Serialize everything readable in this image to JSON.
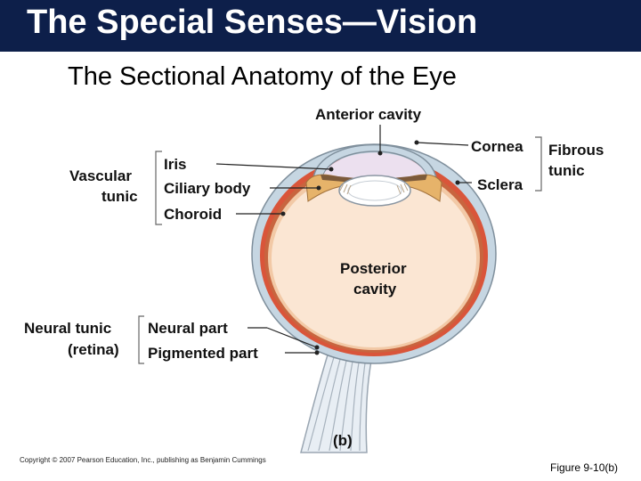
{
  "header": {
    "title": "The Special Senses—Vision",
    "subtitle": "The Sectional Anatomy of the Eye"
  },
  "diagram": {
    "labels": {
      "anterior_cavity": "Anterior cavity",
      "cornea": "Cornea",
      "sclera": "Sclera",
      "fibrous_tunic_line1": "Fibrous",
      "fibrous_tunic_line2": "tunic",
      "vascular_tunic_line1": "Vascular",
      "vascular_tunic_line2": "tunic",
      "iris": "Iris",
      "ciliary_body": "Ciliary body",
      "choroid": "Choroid",
      "posterior_cavity_line1": "Posterior",
      "posterior_cavity_line2": "cavity",
      "neural_tunic_line1": "Neural tunic",
      "neural_tunic_line2": "(retina)",
      "neural_part": "Neural part",
      "pigmented_part": "Pigmented part",
      "panel": "(b)"
    },
    "colors": {
      "sclera": "#c6d6e2",
      "choroid": "#d9553a",
      "posterior_cavity": "#fbe6d3",
      "anterior_cavity": "#ece0ef",
      "ciliary_body": "#e6b36a",
      "lens": "#ffffff"
    }
  },
  "footer": {
    "copyright": "Copyright © 2007 Pearson Education, Inc., publishing as Benjamin Cummings",
    "figure_ref": "Figure 9-10(b)"
  }
}
